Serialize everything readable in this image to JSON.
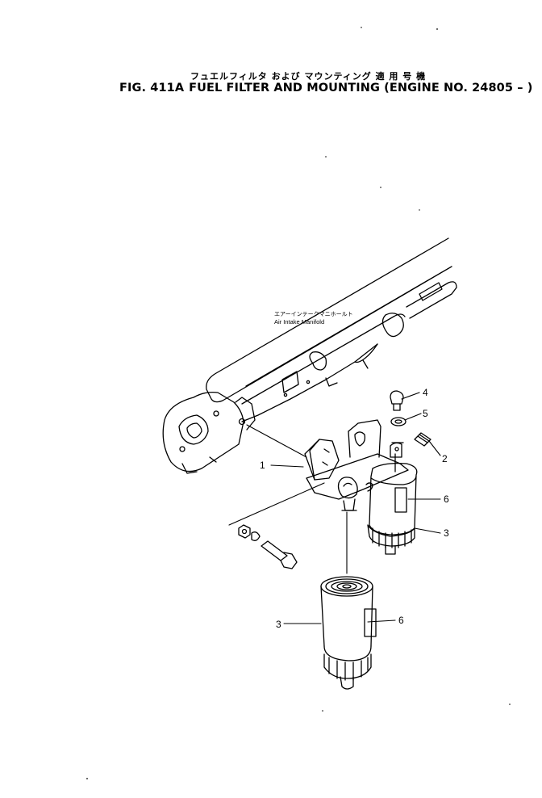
{
  "title": {
    "japanese": "フュエルフィルタ および マウンティング 適 用 号 機",
    "figure": "FIG. 411A",
    "english": "FUEL FILTER AND MOUNTING (ENGINE NO. 24805 – )"
  },
  "annotation": {
    "japanese": "エアーインテークマニホールト",
    "english": "Air  Intake  Manifold"
  },
  "callouts": {
    "c1": "1",
    "c2": "2",
    "c3a": "3",
    "c3b": "3",
    "c4": "4",
    "c5": "5",
    "c6a": "6",
    "c6b": "6"
  }
}
